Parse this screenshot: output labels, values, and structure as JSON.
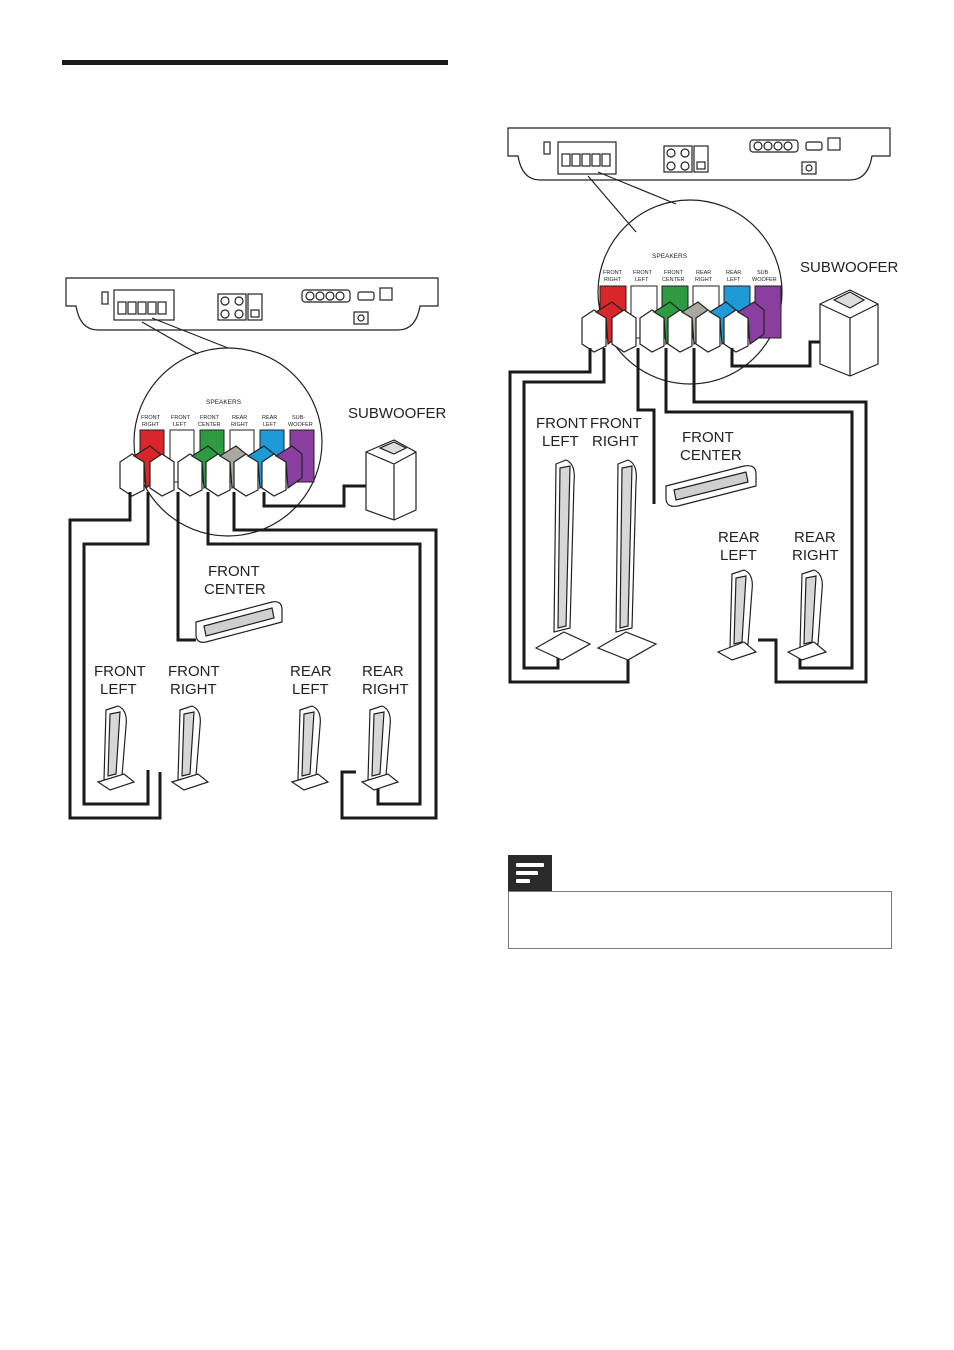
{
  "diagram_left": {
    "jack_panel_title": "SPEAKERS",
    "jack_labels": [
      [
        "FRONT",
        "RIGHT"
      ],
      [
        "FRONT",
        "LEFT"
      ],
      [
        "FRONT",
        "CENTER"
      ],
      [
        "REAR",
        "RIGHT"
      ],
      [
        "REAR",
        "LEFT"
      ],
      [
        "SUB-",
        "WOOFER"
      ]
    ],
    "speakers": {
      "subwoofer": "SUBWOOFER",
      "front_center": [
        "FRONT",
        "CENTER"
      ],
      "front_left": [
        "FRONT",
        "LEFT"
      ],
      "front_right": [
        "FRONT",
        "RIGHT"
      ],
      "rear_left": [
        "REAR",
        "LEFT"
      ],
      "rear_right": [
        "REAR",
        "RIGHT"
      ]
    }
  },
  "diagram_right": {
    "jack_panel_title": "SPEAKERS",
    "jack_labels": [
      [
        "FRONT",
        "RIGHT"
      ],
      [
        "FRONT",
        "LEFT"
      ],
      [
        "FRONT",
        "CENTER"
      ],
      [
        "REAR",
        "RIGHT"
      ],
      [
        "REAR",
        "LEFT"
      ],
      [
        "SUB",
        "WOOFER"
      ]
    ],
    "speakers": {
      "subwoofer": "SUBWOOFER",
      "front_center": [
        "FRONT",
        "CENTER"
      ],
      "front_left": [
        "FRONT",
        "LEFT"
      ],
      "front_right": [
        "FRONT",
        "RIGHT"
      ],
      "rear_left": [
        "REAR",
        "LEFT"
      ],
      "rear_right": [
        "REAR",
        "RIGHT"
      ]
    }
  },
  "colors": {
    "front_right": "#d9262b",
    "front_left": "#ffffff",
    "front_center": "#2e9b43",
    "rear_right": "#a9a9a0",
    "rear_left": "#1e9bd7",
    "subwoofer": "#8a3fa0",
    "cable": "#1a1a1a"
  },
  "note": {
    "icon": "note-icon"
  }
}
